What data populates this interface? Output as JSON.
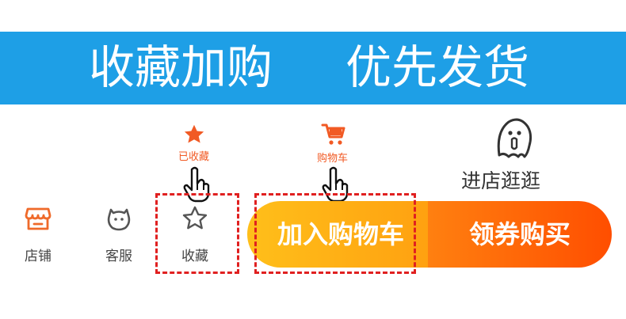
{
  "banner": {
    "left_text": "收藏加购",
    "right_text": "优先发货",
    "color": "#1e9fe6"
  },
  "annotations": {
    "favorited_label": "已收藏",
    "favorited_icon": "star-filled-icon",
    "cart_label": "购物车",
    "cart_icon": "shopping-cart-icon",
    "pointer_icon": "hand-pointer-icon",
    "accent_color": "#f15a24"
  },
  "store_link": {
    "label": "进店逛逛",
    "icon": "ghost-mascot-icon"
  },
  "bottom_bar": {
    "items": [
      {
        "label": "店铺",
        "icon": "store-icon"
      },
      {
        "label": "客服",
        "icon": "customer-service-icon"
      },
      {
        "label": "收藏",
        "icon": "star-outline-icon"
      }
    ],
    "add_to_cart_label": "加入购物车",
    "coupon_buy_label": "领券购买",
    "highlight_color": "#e02020"
  }
}
